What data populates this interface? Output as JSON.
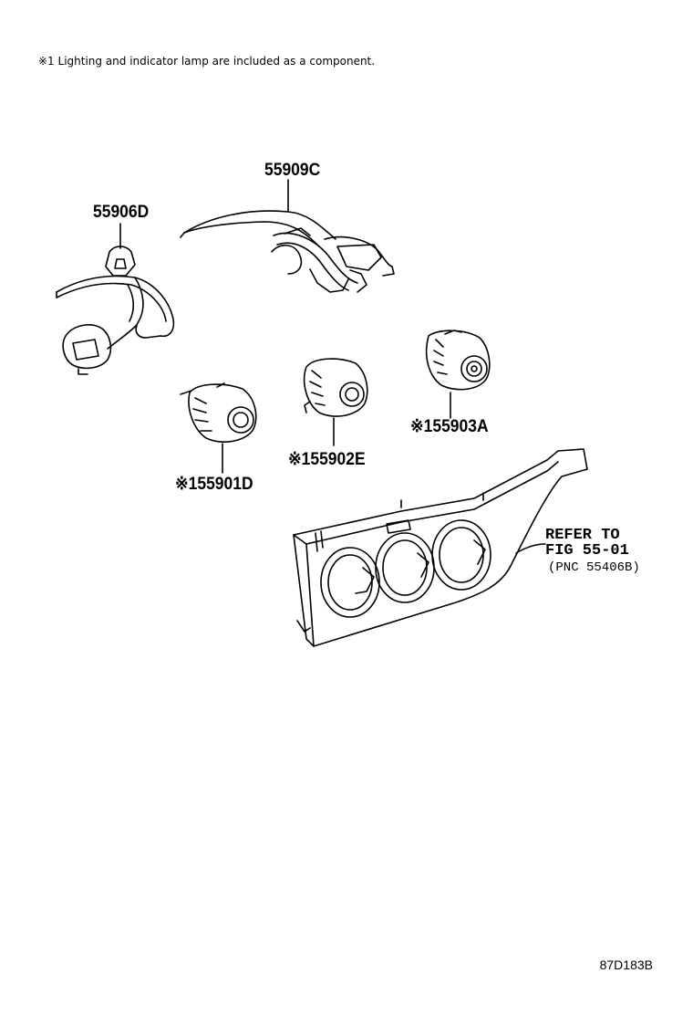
{
  "note": "※1 Lighting and indicator lamp are included as a component.",
  "parts": {
    "p55909C": "55909C",
    "p55906D": "55906D",
    "p55903A": "※155903A",
    "p55902E": "※155902E",
    "p55901D": "※155901D"
  },
  "reference": {
    "line1": "REFER TO",
    "line2": "FIG 55-01",
    "line3": "(PNC 55406B)"
  },
  "figure_id": "87D183B"
}
